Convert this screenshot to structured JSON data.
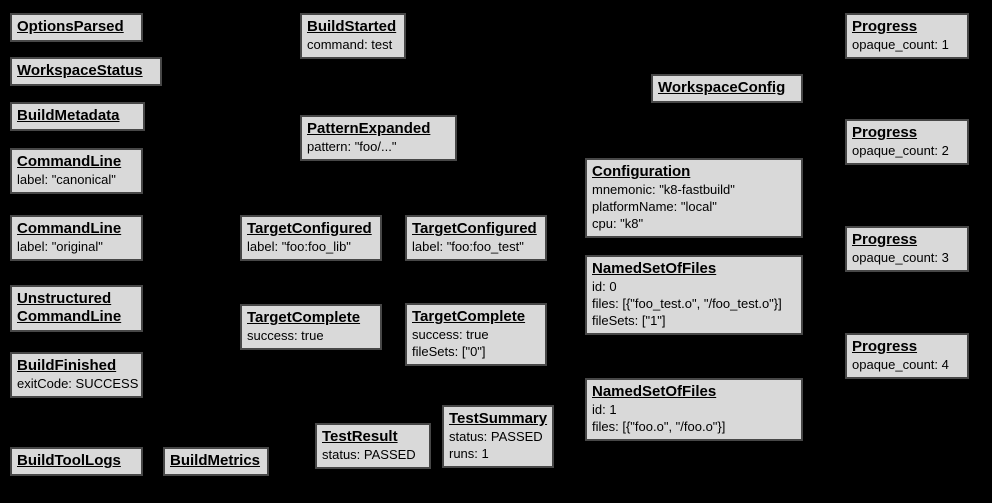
{
  "diagram": {
    "description": "Build event protocol graph",
    "background_color": "#000000",
    "node_fill_color": "#d9d9d9",
    "node_border_color": "#474747",
    "node_text_color": "#000000"
  },
  "nodes": {
    "options_parsed": {
      "title": "OptionsParsed"
    },
    "workspace_status": {
      "title": "WorkspaceStatus"
    },
    "build_metadata": {
      "title": "BuildMetadata"
    },
    "command_line_canonical": {
      "title": "CommandLine",
      "lines": [
        "label: \"canonical\""
      ]
    },
    "command_line_original": {
      "title": "CommandLine",
      "lines": [
        "label: \"original\""
      ]
    },
    "unstructured_command_line": {
      "title": "Unstructured\nCommandLine"
    },
    "build_finished": {
      "title": "BuildFinished",
      "lines": [
        "exitCode: SUCCESS"
      ]
    },
    "build_tool_logs": {
      "title": "BuildToolLogs"
    },
    "build_metrics": {
      "title": "BuildMetrics"
    },
    "build_started": {
      "title": "BuildStarted",
      "lines": [
        "command: test"
      ]
    },
    "pattern_expanded": {
      "title": "PatternExpanded",
      "lines": [
        "pattern: \"foo/...\""
      ]
    },
    "target_configured_lib": {
      "title": "TargetConfigured",
      "lines": [
        "label: \"foo:foo_lib\""
      ]
    },
    "target_configured_test": {
      "title": "TargetConfigured",
      "lines": [
        "label: \"foo:foo_test\""
      ]
    },
    "target_complete_lib": {
      "title": "TargetComplete",
      "lines": [
        "success: true"
      ]
    },
    "target_complete_test": {
      "title": "TargetComplete",
      "lines": [
        "success: true",
        "fileSets: [\"0\"]"
      ]
    },
    "test_result": {
      "title": "TestResult",
      "lines": [
        "status: PASSED"
      ]
    },
    "test_summary": {
      "title": "TestSummary",
      "lines": [
        "status: PASSED",
        "runs: 1"
      ]
    },
    "workspace_config": {
      "title": "WorkspaceConfig"
    },
    "configuration": {
      "title": "Configuration",
      "lines": [
        "mnemonic: \"k8-fastbuild\"",
        "platformName: \"local\"",
        "cpu: \"k8\""
      ]
    },
    "named_set_of_files_0": {
      "title": "NamedSetOfFiles",
      "lines": [
        "id: 0",
        "files: [{\"foo_test.o\", \"/foo_test.o\"}]",
        "fileSets: [\"1\"]"
      ]
    },
    "named_set_of_files_1": {
      "title": "NamedSetOfFiles",
      "lines": [
        "id: 1",
        "files: [{\"foo.o\", \"/foo.o\"}]"
      ]
    },
    "progress_1": {
      "title": "Progress",
      "lines": [
        "opaque_count: 1"
      ]
    },
    "progress_2": {
      "title": "Progress",
      "lines": [
        "opaque_count: 2"
      ]
    },
    "progress_3": {
      "title": "Progress",
      "lines": [
        "opaque_count: 3"
      ]
    },
    "progress_4": {
      "title": "Progress",
      "lines": [
        "opaque_count: 4"
      ]
    }
  }
}
